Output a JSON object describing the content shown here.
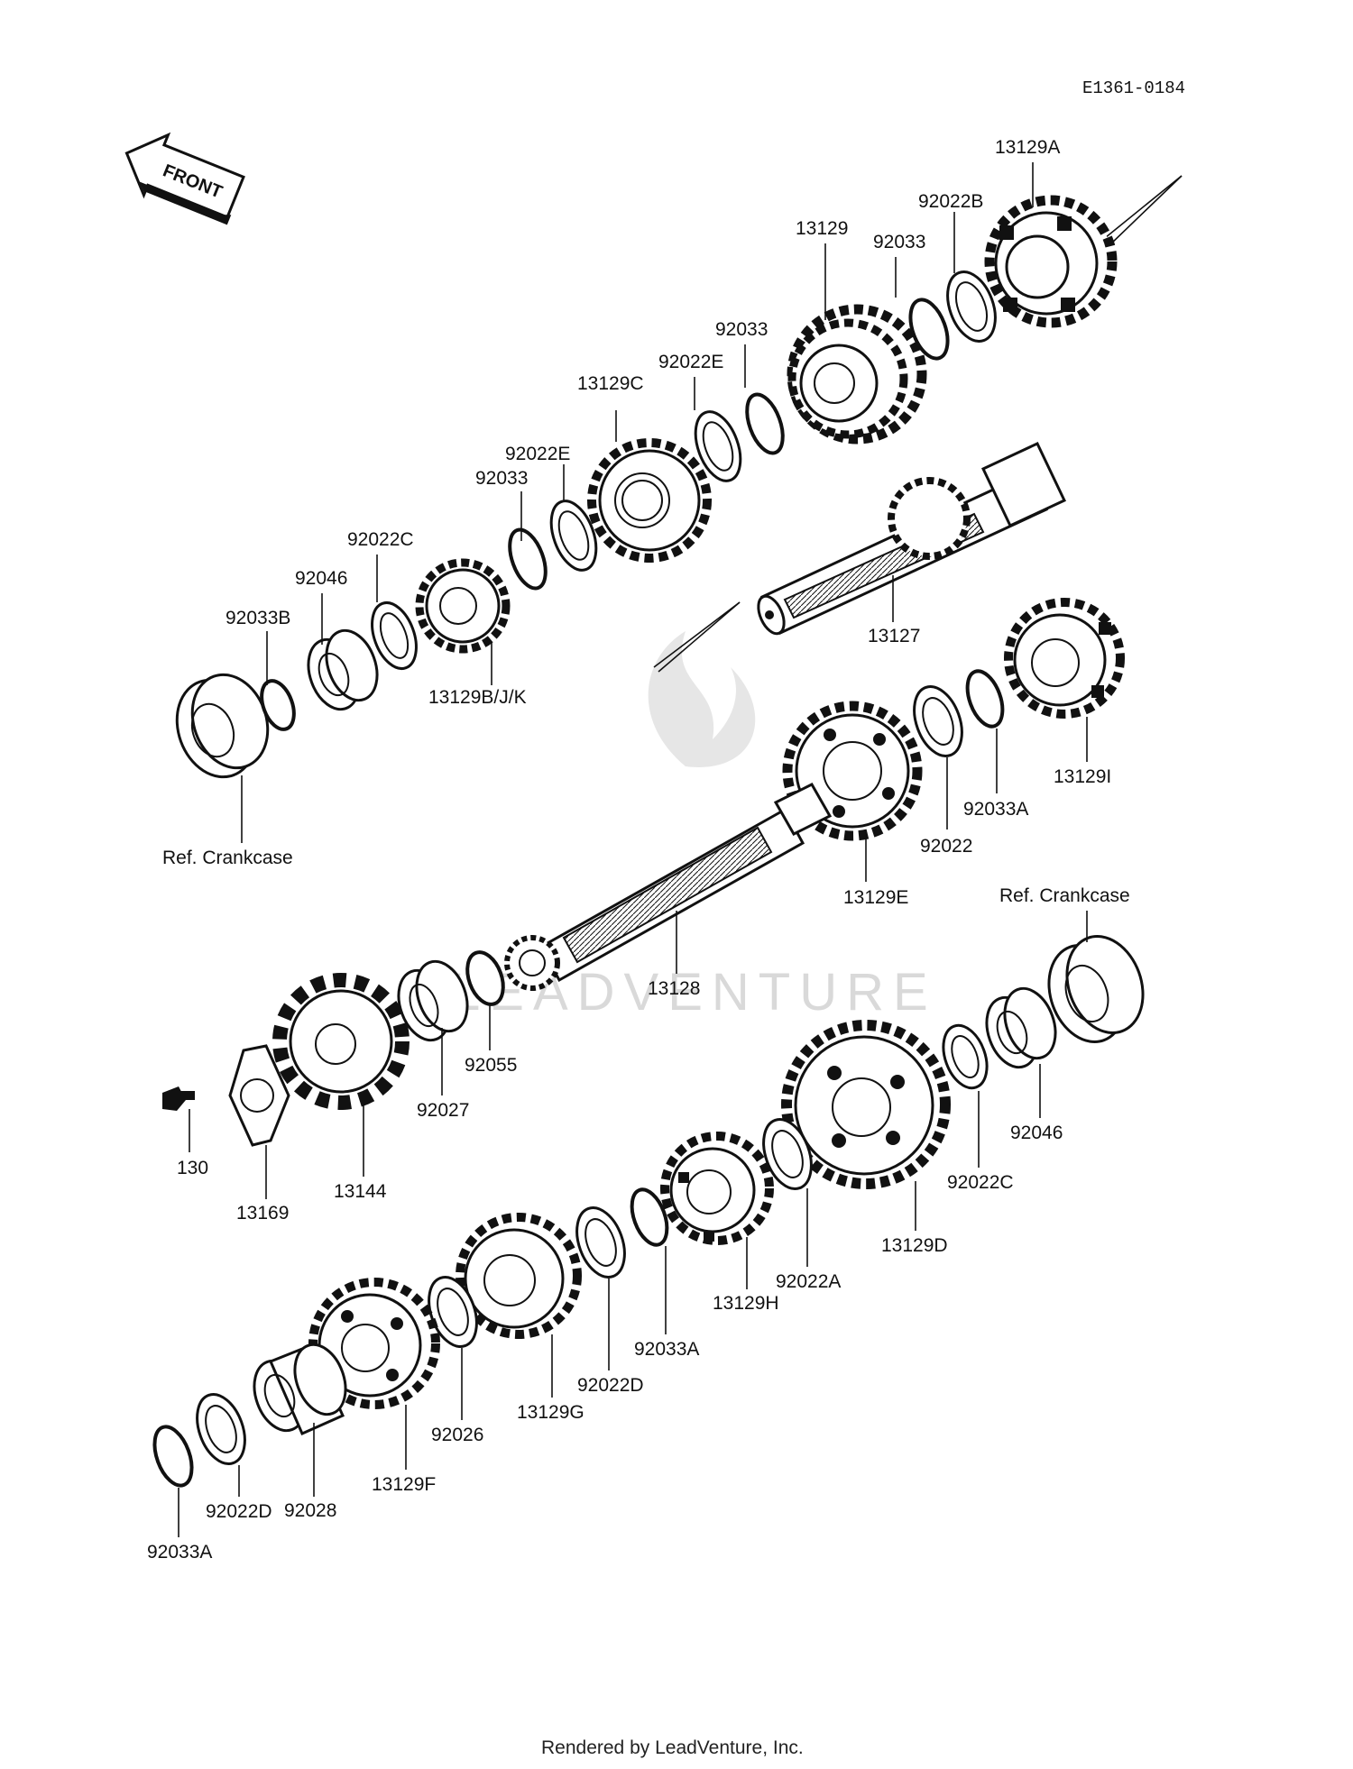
{
  "diagram_code": "E1361-0184",
  "front_badge": "FRONT",
  "watermark": "LEADVENTURE",
  "footer": "Rendered by LeadVenture, Inc.",
  "labels": {
    "p13129A": "13129A",
    "p92022B": "92022B",
    "p13129": "13129",
    "p92033_top": "92033",
    "p92033_mid": "92033",
    "p92022E_1": "92022E",
    "p13129C": "13129C",
    "p92022E_2": "92022E",
    "p92033_low": "92033",
    "p92022C_top": "92022C",
    "p92046_top": "92046",
    "p92033B": "92033B",
    "p13129BJK": "13129B/J/K",
    "p13127": "13127",
    "ref_crankcase_left": "Ref. Crankcase",
    "p92022": "92022",
    "p92033A_right": "92033A",
    "p13129I": "13129I",
    "p13129E": "13129E",
    "ref_crankcase_right": "Ref. Crankcase",
    "p13128": "13128",
    "p92055": "92055",
    "p92027": "92027",
    "p130": "130",
    "p13169": "13169",
    "p13144": "13144",
    "p92046_bot": "92046",
    "p92022C_bot": "92022C",
    "p13129D": "13129D",
    "p92022A": "92022A",
    "p13129H": "13129H",
    "p92033A_mid": "92033A",
    "p92022D_mid": "92022D",
    "p13129G": "13129G",
    "p92026": "92026",
    "p13129F": "13129F",
    "p92028": "92028",
    "p92022D_low": "92022D",
    "p92033A_low": "92033A"
  }
}
